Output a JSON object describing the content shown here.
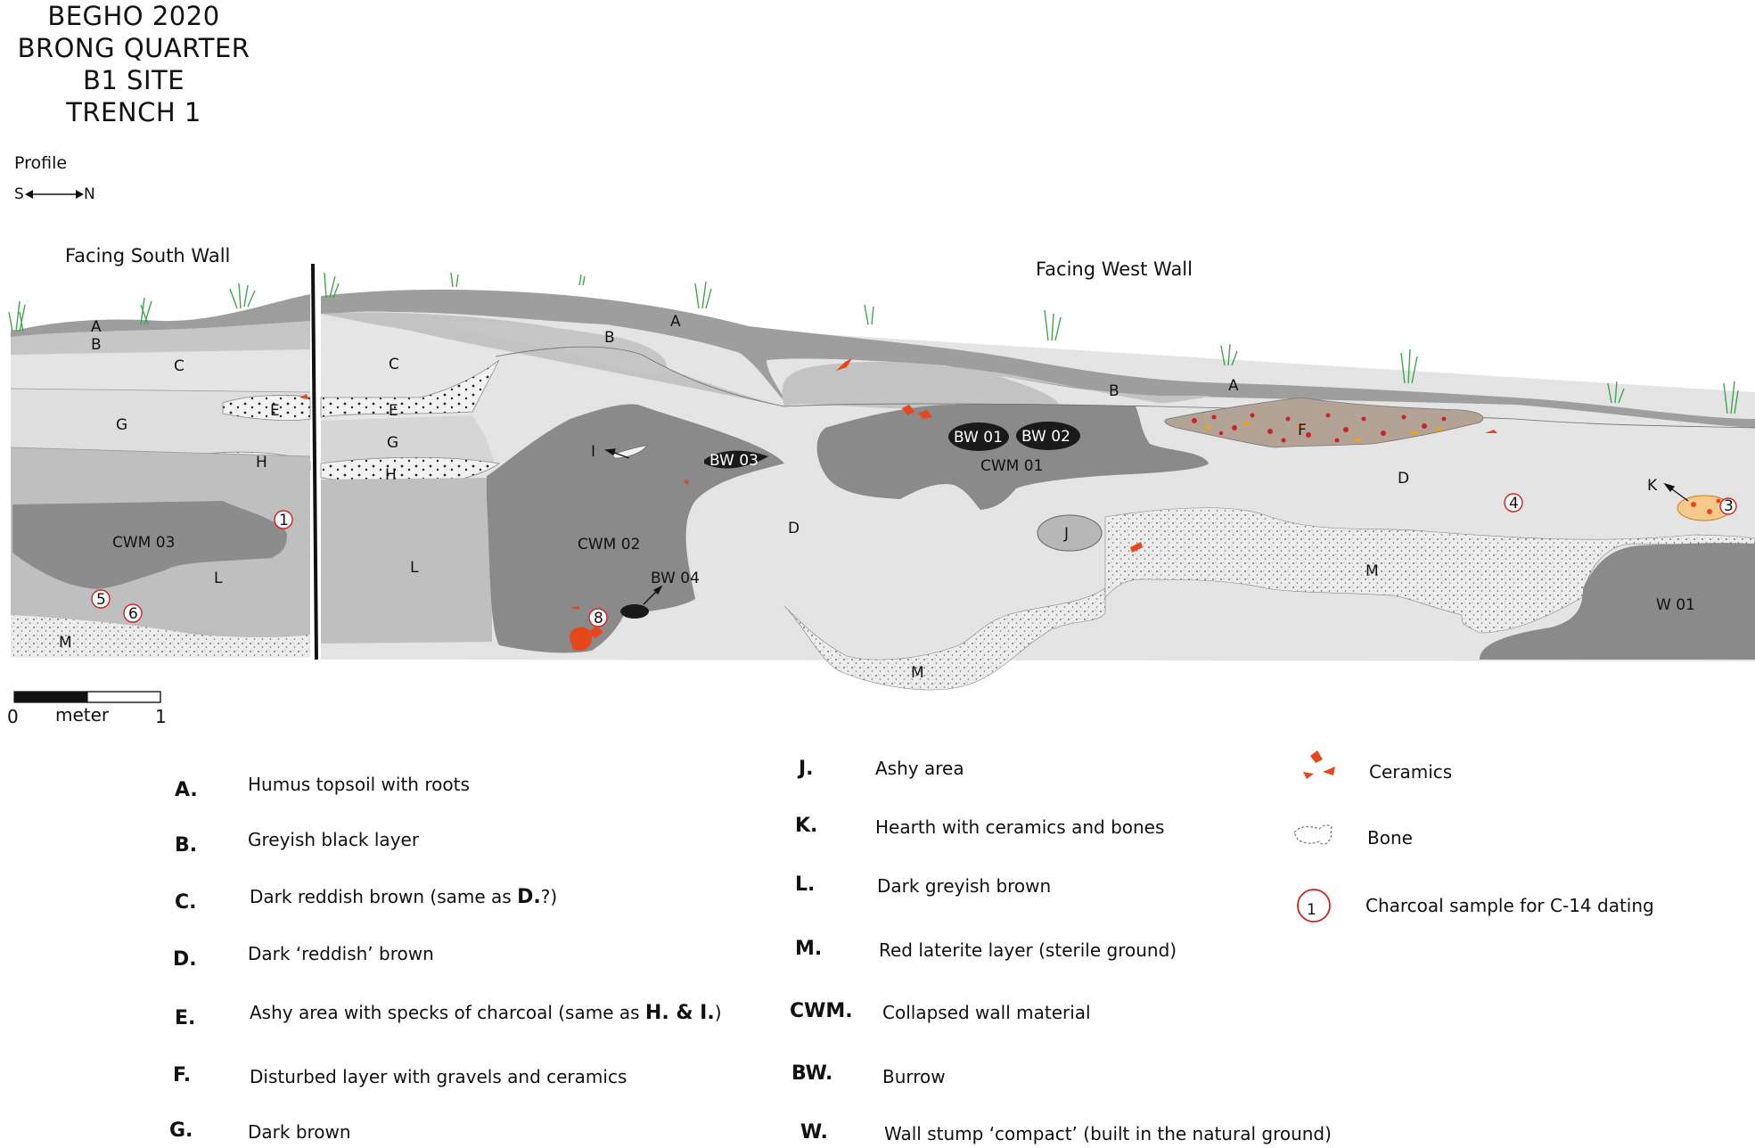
{
  "title": {
    "lines": [
      "BEGHO 2020",
      "BRONG QUARTER",
      "B1 SITE",
      "TRENCH 1"
    ]
  },
  "profile": {
    "label": "Profile",
    "south": "S",
    "north": "N"
  },
  "walls": {
    "south_title": "Facing South Wall",
    "west_title": "Facing West Wall"
  },
  "layer_labels": {
    "A": "A",
    "B": "B",
    "C": "C",
    "D": "D",
    "E": "E",
    "F": "F",
    "G": "G",
    "H": "H",
    "I": "I",
    "J": "J",
    "K": "K",
    "L": "L",
    "M": "M",
    "CWM01": "CWM 01",
    "CWM02": "CWM 02",
    "CWM03": "CWM 03",
    "BW01": "BW 01",
    "BW02": "BW 02",
    "BW03": "BW 03",
    "BW04": "BW 04",
    "W01": "W 01"
  },
  "samples": {
    "s1": "1",
    "s3": "3",
    "s4": "4",
    "s5": "5",
    "s6": "6",
    "s8": "8"
  },
  "scale_bar": {
    "start": "0",
    "unit": "meter",
    "end": "1"
  },
  "legend_left": [
    {
      "key": "A.",
      "desc": "Humus topsoil with roots"
    },
    {
      "key": "B.",
      "desc": "Greyish black layer"
    },
    {
      "key": "C.",
      "desc_pre": "Dark reddish brown (same as ",
      "desc_ref": "D.",
      "desc_post": "?)"
    },
    {
      "key": "D.",
      "desc": "Dark ‘reddish’ brown"
    },
    {
      "key": "E.",
      "desc_pre": "Ashy area with specks of charcoal (same as ",
      "desc_ref": "H. & I.",
      "desc_post": ")"
    },
    {
      "key": "F.",
      "desc": "Disturbed layer with gravels and ceramics"
    },
    {
      "key": "G.",
      "desc": "Dark brown"
    }
  ],
  "legend_mid": [
    {
      "key": "J.",
      "desc": "Ashy area"
    },
    {
      "key": "K.",
      "desc": "Hearth with ceramics and bones"
    },
    {
      "key": "L.",
      "desc": "Dark greyish brown"
    },
    {
      "key": "M.",
      "desc": "Red laterite layer (sterile ground)"
    },
    {
      "key": "CWM.",
      "desc": "Collapsed wall material"
    },
    {
      "key": "BW.",
      "desc": "Burrow"
    },
    {
      "key": "W.",
      "desc": "Wall stump ‘compact’ (built in the natural ground)"
    }
  ],
  "legend_symbols": {
    "ceramics": "Ceramics",
    "bone": "Bone",
    "charcoal_number": "1",
    "charcoal": "Charcoal sample for C-14 dating"
  },
  "colors": {
    "humus": "#9d9d9d",
    "layer_b": "#c4c4c4",
    "light": "#e4e4e4",
    "mid": "#d2d2d2",
    "dark": "#8a8a8a",
    "burrow": "#1a1a1a",
    "laterite": "#e8e8e8",
    "ceramic": "#e8471c",
    "disturbed": "#b2a394",
    "sample_ring": "#d52020",
    "grass": "#3fa64a"
  }
}
